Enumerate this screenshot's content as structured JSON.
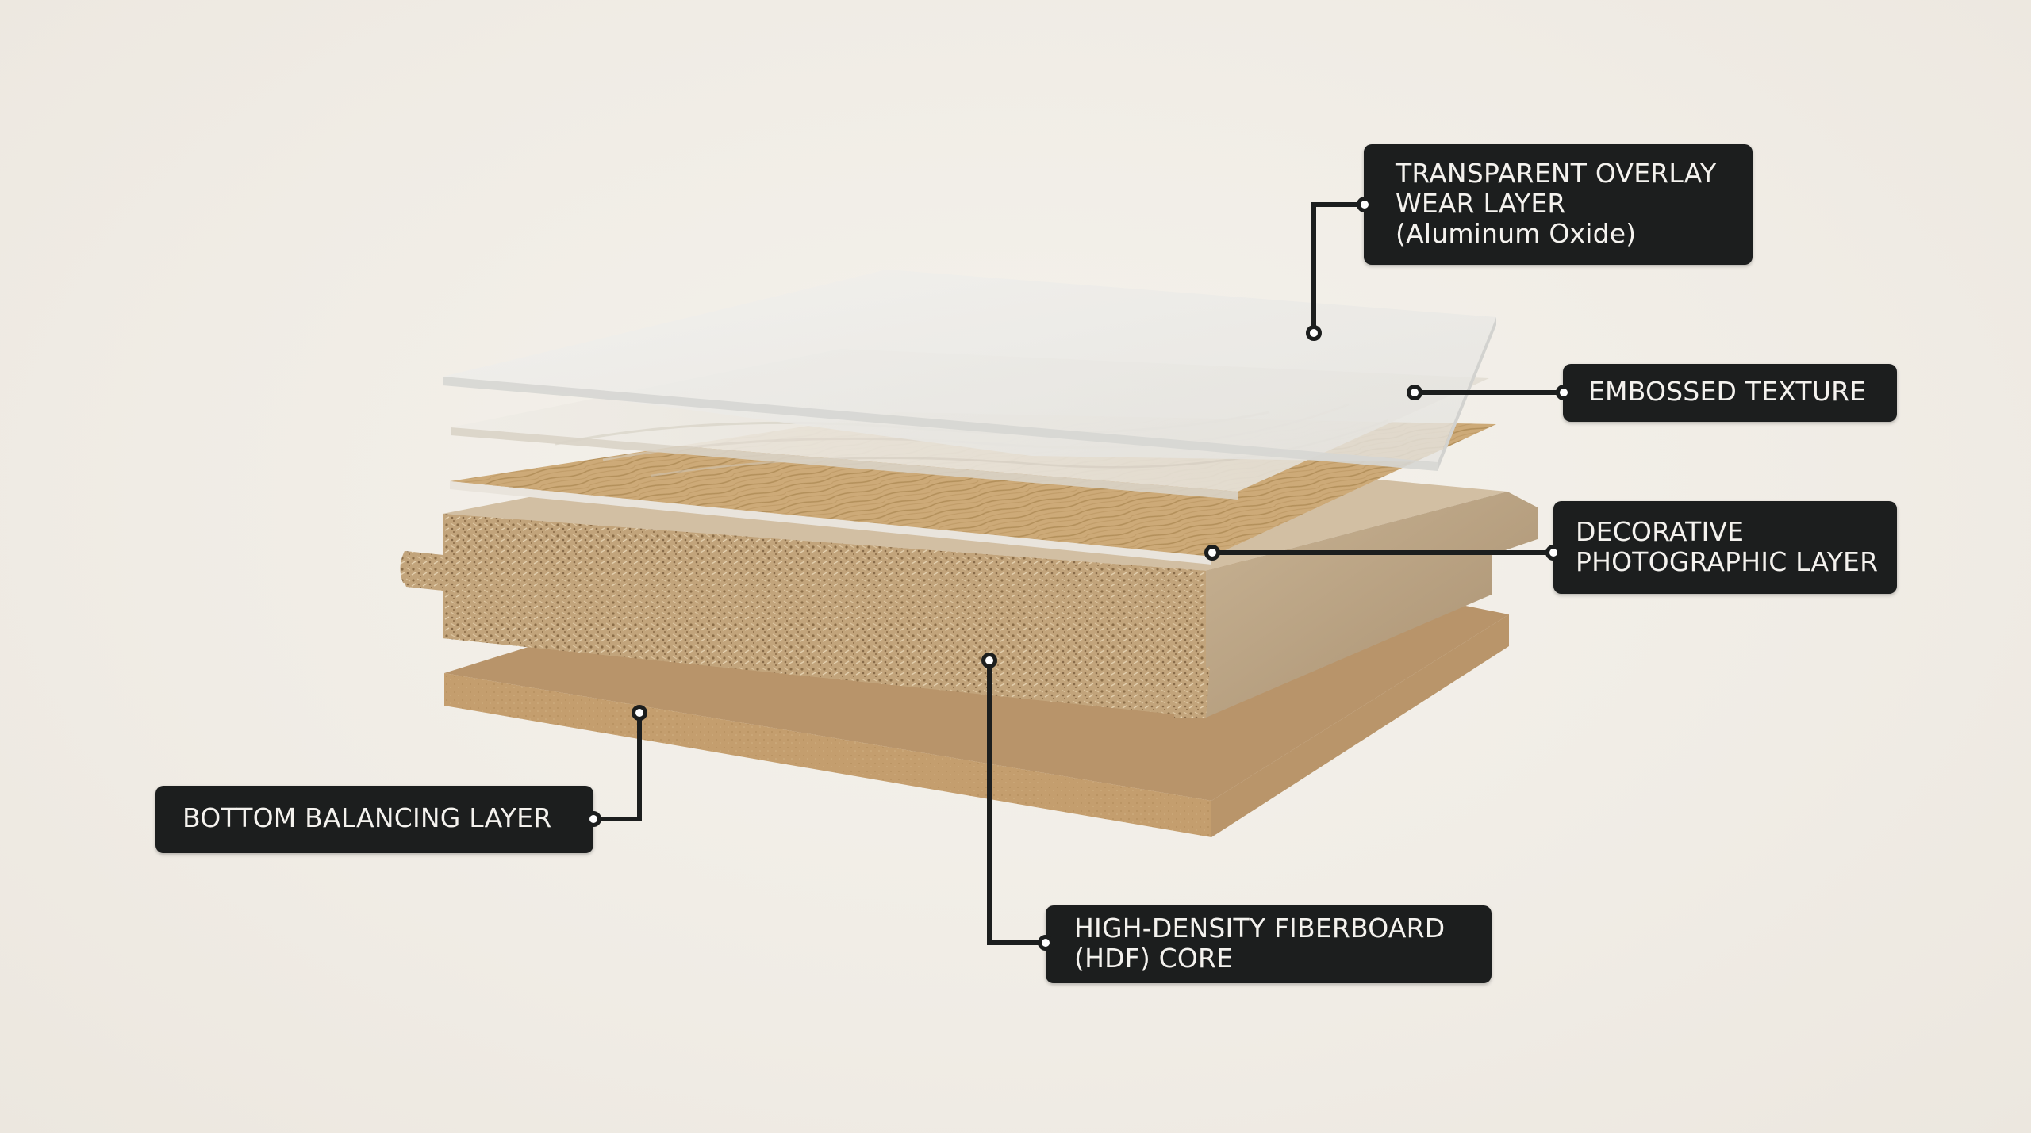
{
  "diagram": {
    "subject": "Laminate flooring plank exploded cross-section",
    "background_color": "#f1ede6",
    "callout_color": "#1c1e1e",
    "callout_text_color": "#f4f2ee",
    "layers": [
      {
        "id": "wear",
        "label_lines": [
          "TRANSPARENT OVERLAY",
          "WEAR LAYER",
          "(Aluminum Oxide)"
        ],
        "color": "#e9e8e4"
      },
      {
        "id": "embossed",
        "label_lines": [
          "EMBOSSED TEXTURE"
        ],
        "color": "#e6e2da"
      },
      {
        "id": "decorative",
        "label_lines": [
          "DECORATIVE",
          "PHOTOGRAPHIC LAYER"
        ],
        "color": "#c9a97c"
      },
      {
        "id": "core",
        "label_lines": [
          "HIGH-DENSITY FIBERBOARD",
          "(HDF) CORE"
        ],
        "color": "#b89a72"
      },
      {
        "id": "balancing",
        "label_lines": [
          "BOTTOM BALANCING LAYER"
        ],
        "color": "#c8a579"
      }
    ]
  }
}
